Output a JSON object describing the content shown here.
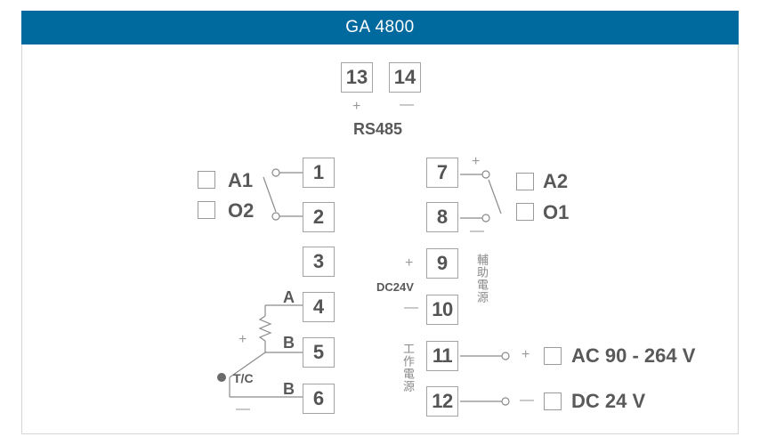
{
  "header": {
    "title": "GA 4800"
  },
  "rs485": {
    "label": "RS485",
    "terminals": [
      "13",
      "14"
    ],
    "signs": [
      "+",
      "—"
    ]
  },
  "left_terminals": [
    "1",
    "2",
    "3",
    "4",
    "5",
    "6"
  ],
  "right_terminals": [
    "7",
    "8",
    "9",
    "10",
    "11",
    "12"
  ],
  "alarms": {
    "left": [
      {
        "label": "A1"
      },
      {
        "label": "O2"
      }
    ],
    "right": [
      {
        "label": "A2"
      },
      {
        "label": "O1"
      }
    ],
    "sign_plus": "+",
    "sign_minus": "—"
  },
  "aux_power": {
    "voltage": "DC24V",
    "vertical_label": "輔助電源",
    "sign_plus": "+",
    "sign_minus": "—"
  },
  "main_power": {
    "vertical_label": "工作電源",
    "ac_label": "AC 90 - 264 V",
    "dc_label": "DC 24 V",
    "sign_plus": "+",
    "sign_minus": "—"
  },
  "sensor": {
    "label": "T/C",
    "wire_labels": [
      "A",
      "B",
      "B"
    ],
    "sign_plus": "+",
    "sign_minus": "—"
  },
  "colors": {
    "header_bg": "#00699e",
    "line": "#7a7a7a",
    "text": "#545454"
  }
}
